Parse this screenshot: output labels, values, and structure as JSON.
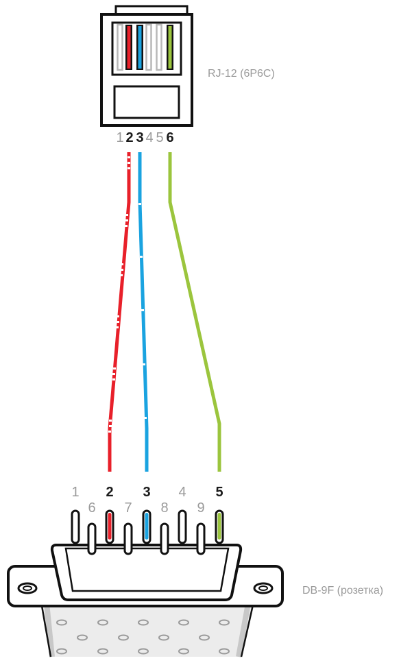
{
  "rj12": {
    "label": "RJ-12 (6P6C)",
    "pin_labels": [
      "1",
      "2",
      "3",
      "4",
      "5",
      "6"
    ],
    "used_pins": [
      "2",
      "3",
      "6"
    ]
  },
  "db9": {
    "label": "DB-9F (розетка)",
    "top_row_labels": [
      "1",
      "2",
      "3",
      "4",
      "5"
    ],
    "bottom_row_labels": [
      "6",
      "7",
      "8",
      "9"
    ],
    "used_pins": [
      "2",
      "3",
      "5"
    ]
  },
  "wires": [
    {
      "from_rj12": "2",
      "to_db9": "2",
      "color": "#e8202a"
    },
    {
      "from_rj12": "3",
      "to_db9": "3",
      "color": "#1aa3e0"
    },
    {
      "from_rj12": "6",
      "to_db9": "5",
      "color": "#9bc53d"
    }
  ],
  "colors": {
    "outline": "#111111",
    "inactive_text": "#9a9a9a",
    "active_text": "#1a1a1a",
    "shield_grey": "#d9d9d9"
  }
}
